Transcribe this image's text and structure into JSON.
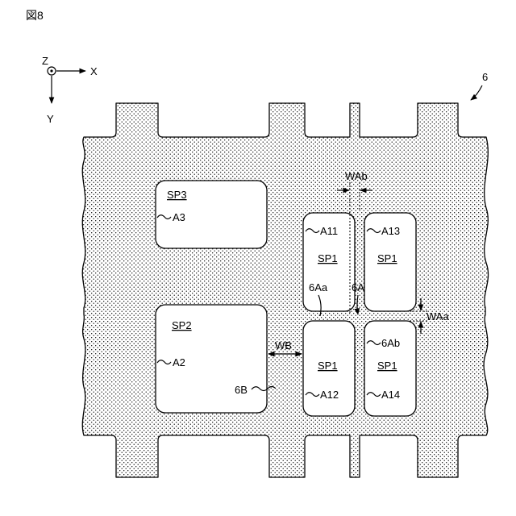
{
  "figure": {
    "title": "図8",
    "ref_numeral": "6",
    "axes": {
      "z": "Z",
      "x": "X",
      "y": "Y"
    }
  },
  "labels": {
    "sp3": "SP3",
    "a3": "A3",
    "sp2": "SP2",
    "a2": "A2",
    "a11": "A11",
    "a13": "A13",
    "a12": "A12",
    "a14": "A14",
    "sp1_a11": "SP1",
    "sp1_a13": "SP1",
    "sp1_a12": "SP1",
    "sp1_a14": "SP1",
    "b6Aa": "6Aa",
    "b6A": "6A",
    "b6Ab": "6Ab",
    "b6B": "6B",
    "wab": "WAb",
    "waa": "WAa",
    "wb": "WB"
  }
}
